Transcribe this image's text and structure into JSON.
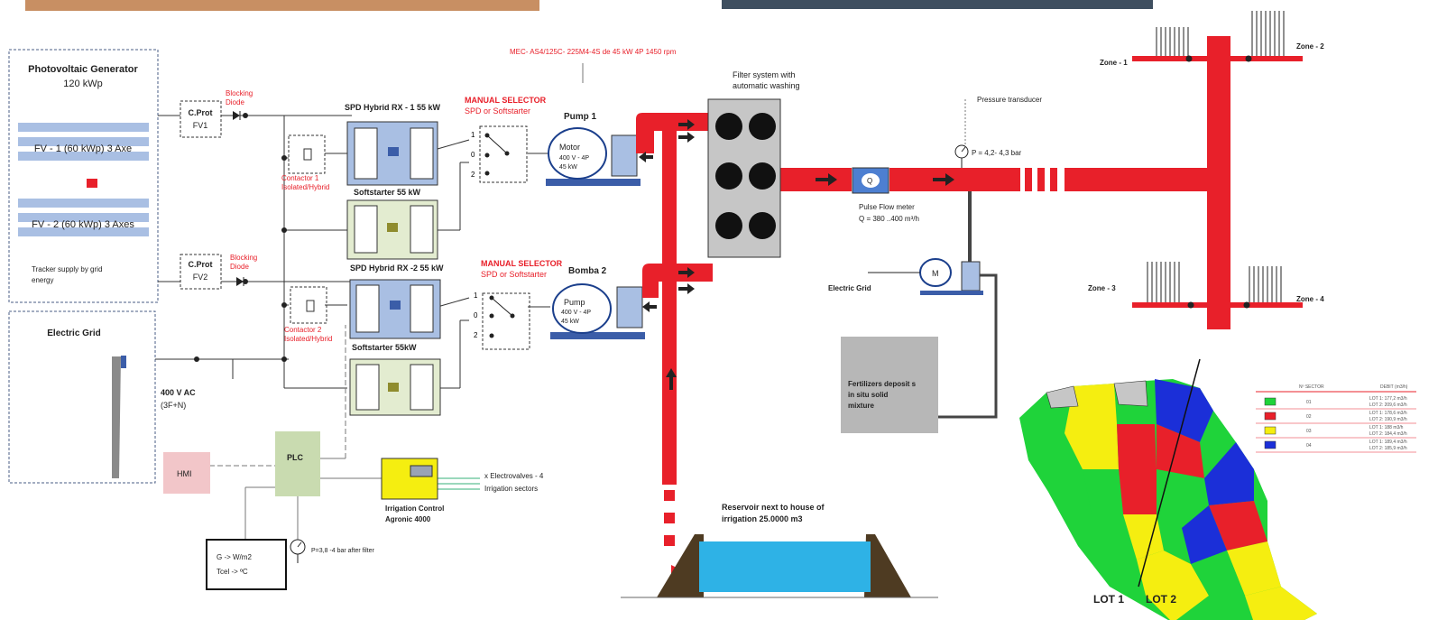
{
  "pv": {
    "title_line1": "Photovoltaic Generator",
    "title_line2": "120 kWp",
    "fv1": "FV - 1  (60 kWp) 3 Axe",
    "fv2": "FV - 2  (60 kWp) 3 Axes",
    "tracker_line1": "Tracker supply by grid",
    "tracker_line2": "energy"
  },
  "grid_left": {
    "title": "Electric Grid",
    "voltage": "400 V AC",
    "phase": "(3F+N)"
  },
  "cprot1": {
    "line1": "C.Prot",
    "line2": "FV1"
  },
  "cprot2": {
    "line1": "C.Prot",
    "line2": "FV2"
  },
  "blocking1": {
    "line1": "Blocking",
    "line2": "Diode"
  },
  "blocking2": {
    "line1": "Blocking",
    "line2": "Diode"
  },
  "contactor1": {
    "line1": "Contactor 1",
    "line2": "Isolated/Hybrid"
  },
  "contactor2": {
    "line1": "Contactor 2",
    "line2": "Isolated/Hybrid"
  },
  "spd1": "SPD  Hybrid RX - 1 55 kW",
  "soft1": "Softstarter 55 kW",
  "spd2": "SPD Hybrid RX -2 55 kW",
  "soft2": "Softstarter  55kW",
  "selector1": {
    "line1": "MANUAL SELECTOR",
    "line2": "SPD or Softstarter"
  },
  "selector2": {
    "line1": "MANUAL SELECTOR",
    "line2": "SPD or Softstarter"
  },
  "switch_positions": [
    "1",
    "0",
    "2"
  ],
  "motor_spec": "MEC- AS4/125C- 225M4-4S de 45 kW 4P 1450 rpm",
  "pump1": {
    "title": "Pump 1",
    "name": "Motor",
    "spec1": "400 V - 4P",
    "spec2": "45 kW"
  },
  "pump2": {
    "title": "Bomba 2",
    "name": "Pump",
    "spec1": "400 V - 4P",
    "spec2": "45 kW"
  },
  "filter": {
    "line1": "Filter system with",
    "line2": "automatic washing"
  },
  "pressure_transducer": "Pressure transducer",
  "pressure_reading": "P = 4,2- 4,3 bar",
  "flowmeter": {
    "symbol": "Q",
    "line1": "Pulse Flow meter",
    "line2": "Q = 380 ..400 m³/h"
  },
  "electric_grid_right": "Electric Grid",
  "motor_symbol": "M",
  "zones": {
    "z1": "Zone - 1",
    "z2": "Zone - 2",
    "z3": "Zone - 3",
    "z4": "Zone - 4"
  },
  "fertilizer": {
    "line1": "Fertilizers deposit s",
    "line2": "in situ solid",
    "line3": "mixture"
  },
  "reservoir": {
    "line1": "Reservoir next to house of",
    "line2": "irrigation 25.0000 m3"
  },
  "hmi": "HMI",
  "plc": "PLC",
  "irrigation_control": {
    "line1": "Irrigation Control",
    "line2": "Agronic 4000"
  },
  "electrovalves": {
    "line1": "x Electrovalves  - 4",
    "line2": "Irrigation sectors"
  },
  "sensor": {
    "line1": "G -> W/m2",
    "line2": "Tcel -> ºC"
  },
  "pressure_after_filter": "P=3,8 -4 bar after filter",
  "lots": {
    "lot1": "LOT 1",
    "lot2": "LOT 2"
  },
  "sector_table": {
    "header_sector": "Nº SECTOR",
    "header_flow": "DEBIT (m3/h)",
    "rows": [
      {
        "color": "#1fd33a",
        "sector": "01",
        "lot1": "LOT 1: 177,2 m3/h",
        "lot2": "LOT 2: 209,6 m3/h"
      },
      {
        "color": "#e8202a",
        "sector": "02",
        "lot1": "LOT 1: 178,6 m3/h",
        "lot2": "LOT 2: 190,9 m3/h"
      },
      {
        "color": "#f5ee10",
        "sector": "03",
        "lot1": "LOT 1: 188 m3/h",
        "lot2": "LOT 2: 184,4 m3/h"
      },
      {
        "color": "#1b2fd8",
        "sector": "04",
        "lot1": "LOT 1: 189,4 m3/h",
        "lot2": "LOT 2: 185,9 m3/h"
      }
    ]
  },
  "colors": {
    "pipe_red": "#e8202a",
    "panel_blue": "#a9bfe3",
    "box_grey": "#b7b7b7"
  }
}
